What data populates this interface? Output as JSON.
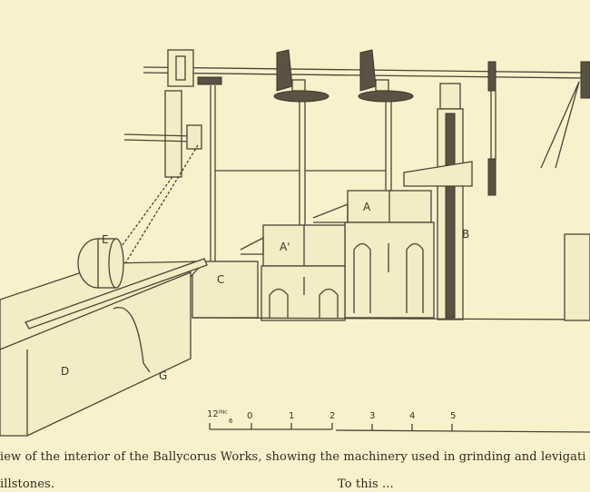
{
  "figure": {
    "labels": {
      "a_upper": "A",
      "a_lower": "A'",
      "b": "B",
      "c": "C",
      "d": "D",
      "e": "E",
      "g": "G"
    },
    "scale": {
      "unit": "12ᴵᴺᶜ",
      "ticks": [
        "0",
        "1",
        "2",
        "3",
        "4",
        "5"
      ],
      "sub_tick": "6"
    }
  },
  "caption": {
    "line1": "iew of the interior of the Ballycorus Works, showing the machinery used in grinding and levigati",
    "line2": "illstones.",
    "line2_right": "To this ... "
  }
}
